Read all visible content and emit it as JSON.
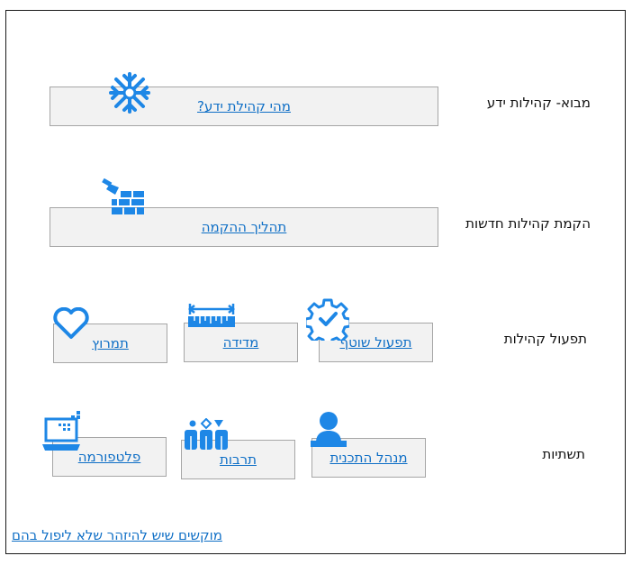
{
  "accent_color": "#1e87e6",
  "link_color": "#0f6fc6",
  "rows": [
    {
      "label": "מבוא- קהילות ידע",
      "items": [
        {
          "label": "מהי קהילת ידע?",
          "icon": "snowflake-icon"
        }
      ]
    },
    {
      "label": "הקמת קהילות חדשות",
      "items": [
        {
          "label": "תהליך ההקמה",
          "icon": "brick-wall-icon"
        }
      ]
    },
    {
      "label": "תפעול קהילות",
      "items": [
        {
          "label": "תפעול שוטף",
          "icon": "gear-check-icon"
        },
        {
          "label": "מדידה",
          "icon": "ruler-icon"
        },
        {
          "label": "תמרוץ",
          "icon": "heart-icon"
        }
      ]
    },
    {
      "label": "תשתיות",
      "items": [
        {
          "label": "מנהל התכנית",
          "icon": "person-icon"
        },
        {
          "label": "תרבות",
          "icon": "people-icon"
        },
        {
          "label": "פלטפורמה",
          "icon": "laptop-icon"
        }
      ]
    }
  ],
  "bottom_link": "מוקשים שיש להיזהר שלא ליפול בהם"
}
